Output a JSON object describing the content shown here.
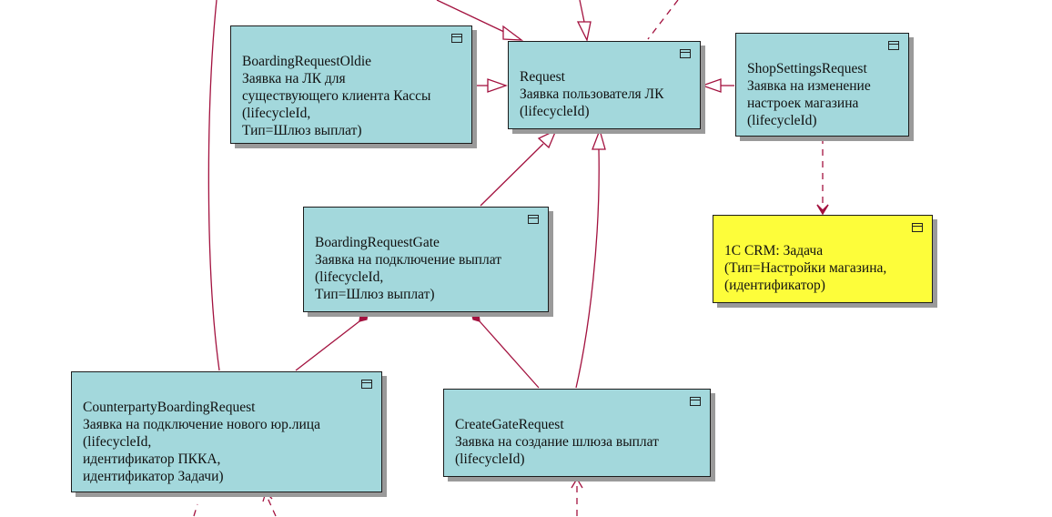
{
  "colors": {
    "class_fill": "#a3d8dc",
    "note_fill": "#fdfd3a",
    "edge": "#a3123f",
    "border": "#1c1c1c"
  },
  "nodes": {
    "boarding_oldie": {
      "icon": "class-icon",
      "lines": [
        "BoardingRequestOldie",
        "Заявка на ЛК для",
        "существующего клиента Кассы",
        "(lifecycleId,",
        "Тип=Шлюз выплат)"
      ]
    },
    "request": {
      "icon": "class-icon",
      "lines": [
        "Request",
        "Заявка пользователя ЛК",
        "(lifecycleId)"
      ]
    },
    "shop_settings": {
      "icon": "class-icon",
      "lines": [
        "ShopSettingsRequest",
        "Заявка на изменение",
        "настроек магазина",
        "(lifecycleId)"
      ]
    },
    "crm_task": {
      "icon": "class-icon",
      "lines": [
        "1С CRM: Задача",
        "(Тип=Настройки магазина,",
        "(идентификатор)"
      ]
    },
    "boarding_gate": {
      "icon": "class-icon",
      "lines": [
        "BoardingRequestGate",
        "Заявка на подключение выплат",
        "(lifecycleId,",
        "Тип=Шлюз выплат)"
      ]
    },
    "counterparty": {
      "icon": "class-icon",
      "lines": [
        "CounterpartyBoardingRequest",
        "Заявка на подключение нового юр.лица",
        "(lifecycleId,",
        "идентификатор ПККА,",
        "идентификатор Задачи)"
      ]
    },
    "create_gate": {
      "icon": "class-icon",
      "lines": [
        "CreateGateRequest",
        "Заявка на создание шлюза выплат",
        "(lifecycleId)"
      ]
    }
  }
}
